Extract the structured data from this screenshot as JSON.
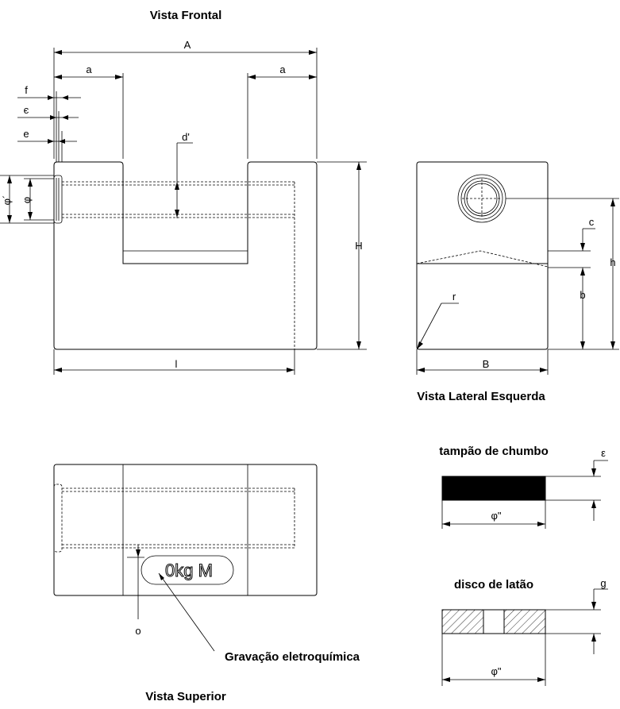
{
  "views": {
    "front_title": "Vista Frontal",
    "side_title": "Vista Lateral Esquerda",
    "top_title": "Vista Superior",
    "lead_plug_title": "tampão de chumbo",
    "brass_disc_title": "disco de latão",
    "engraving_label": "Gravação eletroquímica"
  },
  "dimensions": {
    "A": "A",
    "a": "a",
    "f": "f",
    "epsilon_front": "є",
    "e": "e",
    "d_prime": "d'",
    "phi_prime": "φ´",
    "phi": "φ",
    "H": "H",
    "l": "l",
    "c": "c",
    "r": "r",
    "b": "b",
    "h": "h",
    "B": "B",
    "o": "o",
    "epsilon_plug": "ε",
    "phi_double_plug": "φ\"",
    "g": "g",
    "phi_double_disc": "φ\""
  },
  "engraving_text": "0kg  M",
  "colors": {
    "line": "#000000",
    "background": "#ffffff",
    "lead_fill": "#000000"
  }
}
